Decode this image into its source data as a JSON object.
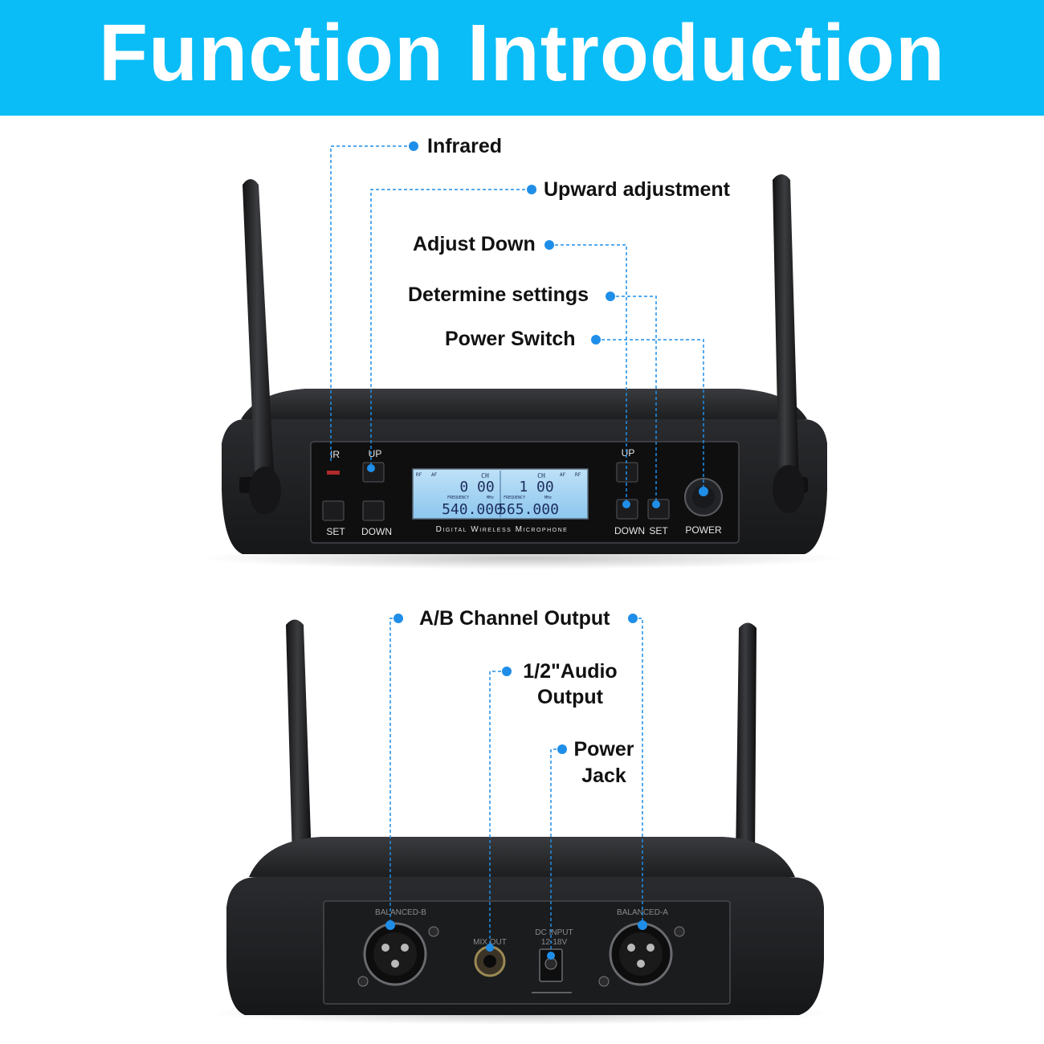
{
  "banner": {
    "title": "Function Introduction",
    "color": "#0abdf7"
  },
  "accent_color": "#1f8ee8",
  "front_callouts": {
    "infrared": "Infrared",
    "upward": "Upward adjustment",
    "adjust_down": "Adjust Down",
    "determine": "Determine settings",
    "power_switch": "Power Switch"
  },
  "front_panel": {
    "ir": "IR",
    "up_left": "UP",
    "set_left": "SET",
    "down_left": "DOWN",
    "up_right": "UP",
    "down_right": "DOWN",
    "set_right": "SET",
    "power": "POWER",
    "brand": "Digital Wireless Microphone",
    "lcd": {
      "rf": "RF",
      "af": "AF",
      "ch": "CH",
      "freq_label": "FREQUENCY",
      "mhz": "MHz",
      "ch_a": "0 00",
      "ch_b": "1 00",
      "freq_a": "540.000",
      "freq_b": "565.000"
    }
  },
  "rear_callouts": {
    "ab_output": "A/B Channel Output",
    "audio_line1": "1/2\"Audio",
    "audio_line2": "Output",
    "power_line1": "Power",
    "power_line2": "Jack"
  },
  "rear_panel": {
    "balanced_b": "BALANCED-B",
    "balanced_a": "BALANCED-A",
    "mix_out": "MIX OUT",
    "dc_input": "DC INPUT",
    "dc_voltage": "12-18V"
  }
}
